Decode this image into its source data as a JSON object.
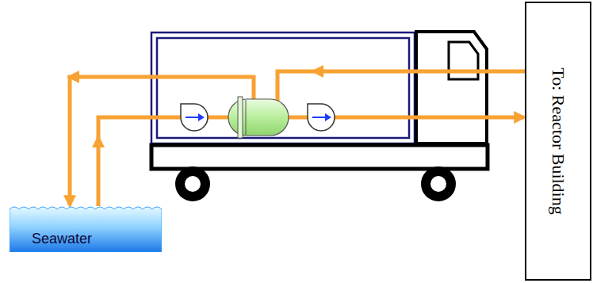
{
  "diagram": {
    "nodes": [
      {
        "text": [
          "Seawater"
        ]
      },
      {
        "text": [
          "To: Reactor Building"
        ]
      }
    ],
    "edges": [
      {
        "from": 0,
        "to": 1,
        "arrow": "to"
      },
      {
        "from": 1,
        "to": 0,
        "arrow": "to"
      }
    ]
  }
}
